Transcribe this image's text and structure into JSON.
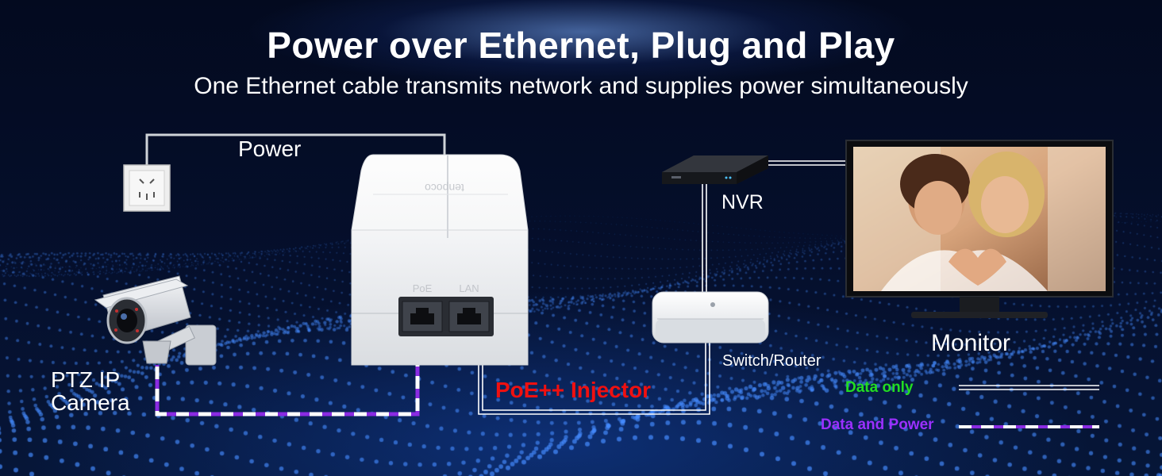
{
  "header": {
    "title": "Power over Ethernet, Plug and Play",
    "subtitle": "One Ethernet cable transmits network and supplies power simultaneously"
  },
  "labels": {
    "power": "Power",
    "nvr": "NVR",
    "monitor": "Monitor",
    "switch_router": "Switch/Router",
    "camera_line1": "PTZ IP",
    "camera_line2": "Camera",
    "injector": "PoE++ Injector",
    "port_poe": "PoE",
    "port_lan": "LAN"
  },
  "legend": {
    "data_only": "Data only",
    "data_and_power": "Data and Power"
  },
  "colors": {
    "data_only_line": "#ffffff",
    "data_power_line": "#8a2be2",
    "injector_label": "#f01010",
    "legend_green": "#22dd22",
    "legend_purple": "#9b30ff"
  },
  "icons": [
    "wall-socket-icon",
    "poe-injector-icon",
    "nvr-icon",
    "router-icon",
    "monitor-icon",
    "ip-camera-icon"
  ]
}
